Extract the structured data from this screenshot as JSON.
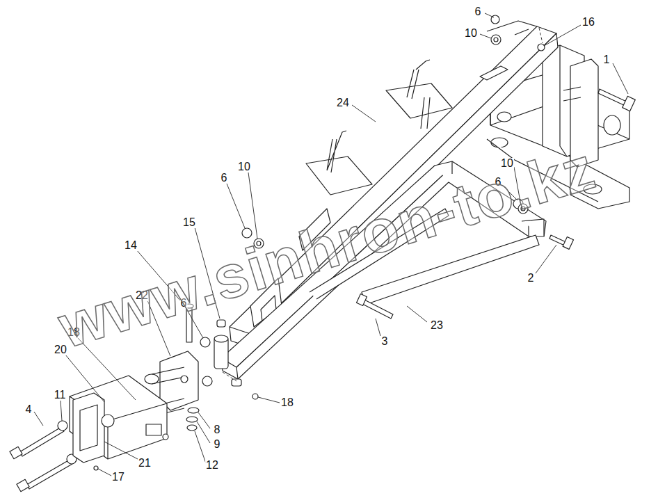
{
  "diagram": {
    "labels": [
      "6",
      "10",
      "16",
      "1",
      "24",
      "10",
      "6",
      "10",
      "6",
      "15",
      "14",
      "2",
      "6",
      "22",
      "18",
      "20",
      "3",
      "23",
      "18",
      "11",
      "4",
      "8",
      "9",
      "12",
      "21",
      "17",
      "www.sinhron-to.kz"
    ]
  }
}
